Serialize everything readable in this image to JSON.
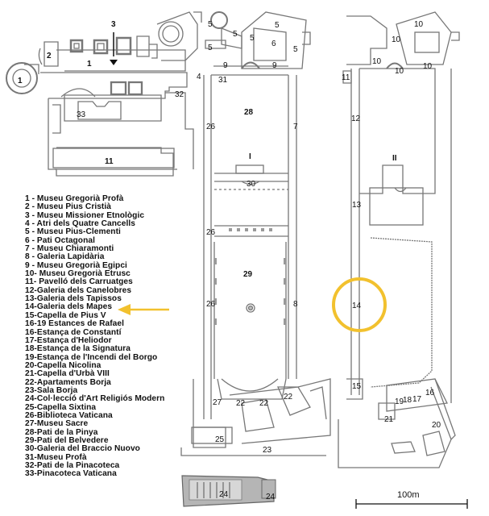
{
  "title": "Vatican Museums floor plan",
  "legend": [
    "1  - Museu Gregorià Profà",
    "2  - Museu Pius Cristià",
    "3  - Museu Missioner Etnològic",
    "4  - Atri dels Quatre Cancells",
    "5  - Museu Pius-Clementi",
    "6  - Pati Octagonal",
    "7  - Museu Chiaramonti",
    "8  - Galeria Lapidària",
    "9  - Museu Gregorià Egipci",
    "10- Museu Gregorià Etrusc",
    "11- Pavelló dels Carruatges",
    "12-Galeria dels Canelobres",
    "13-Galeria dels Tapissos",
    "14-Galeria dels Mapes",
    "15-Capella de Pius V",
    "16-19 Estances de Rafael",
    "16-Estança de Constantí",
    "17-Estança d'Heliodor",
    "18-Estança de la Signatura",
    "19-Estança de l'Incendi del Borgo",
    "20-Capella Nicolina",
    "21-Capella d'Urbà VIII",
    "22-Apartaments Borja",
    "23-Sala Borja",
    "24-Col·lecció d'Art Religiós Modern",
    "25-Capella Sixtina",
    "26-Biblioteca Vaticana",
    "27-Museu Sacre",
    "28-Pati de la Pinya",
    "29-Pati del Belvedere",
    "30-Galeria del Braccio Nuovo",
    "31-Museu Profà",
    "32-Pati de la Pinacoteca",
    "33-Pinacoteca Vaticana"
  ],
  "floors": {
    "floor1": "I",
    "floor2": "II"
  },
  "labels": {
    "l1a": "1",
    "l1b": "1",
    "l2": "2",
    "l3": "3",
    "l4": "4",
    "l5a": "5",
    "l5b": "5",
    "l5c": "5",
    "l5d": "5",
    "l5e": "5",
    "l5f": "5",
    "l6": "6",
    "l7": "7",
    "l8": "8",
    "l9a": "9",
    "l9b": "9",
    "l10a": "10",
    "l10b": "10",
    "l10c": "10",
    "l10d": "10",
    "l10e": "10",
    "l11a": "11",
    "l11b": "11",
    "l12": "12",
    "l13": "13",
    "l14": "14",
    "l15": "15",
    "l16": "16",
    "l17": "17",
    "l18": "18",
    "l19": "19",
    "l20": "20",
    "l21": "21",
    "l22a": "22",
    "l22b": "22",
    "l22c": "22",
    "l23": "23",
    "l24a": "24",
    "l24b": "24",
    "l25": "25",
    "l26a": "26",
    "l26b": "26",
    "l26c": "26",
    "l27": "27",
    "l28": "28",
    "l29": "29",
    "l30": "30",
    "l31": "31",
    "l32": "32",
    "l33": "33"
  },
  "scale": {
    "label": "100m"
  },
  "highlight": {
    "target": "14-Galeria dels Mapes",
    "color": "#f2c12e"
  }
}
